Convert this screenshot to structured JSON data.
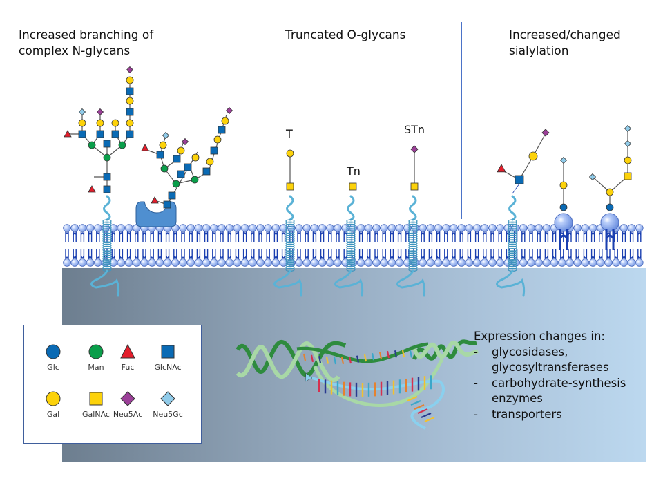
{
  "headings": {
    "n_glycans": [
      "Increased branching of",
      "complex N-glycans"
    ],
    "o_glycans": "Truncated O-glycans",
    "sialylation": [
      "Increased/changed",
      "sialylation"
    ]
  },
  "o_glycan_labels": {
    "t": "T",
    "tn": "Tn",
    "stn": "STn"
  },
  "legend": {
    "items": [
      {
        "name": "Glc",
        "shape": "circle",
        "color": "#0a6ab4"
      },
      {
        "name": "Man",
        "shape": "circle",
        "color": "#0a9e4a"
      },
      {
        "name": "Fuc",
        "shape": "triangle",
        "color": "#e41d2b"
      },
      {
        "name": "GlcNAc",
        "shape": "square",
        "color": "#0a6ab4"
      },
      {
        "name": "Gal",
        "shape": "circle",
        "color": "#fcd20a"
      },
      {
        "name": "GalNAc",
        "shape": "square",
        "color": "#fcd20a"
      },
      {
        "name": "Neu5Ac",
        "shape": "diamond",
        "color": "#9b3f98"
      },
      {
        "name": "Neu5Gc",
        "shape": "diamond",
        "color": "#90cbe9"
      }
    ]
  },
  "expression": {
    "title": "Expression changes in:",
    "items": [
      [
        "glycosidases,",
        "glycosyltransferases"
      ],
      [
        "carbohydrate-synthesis",
        "enzymes"
      ],
      [
        "transporters"
      ]
    ],
    "dash": "-"
  },
  "colors": {
    "membrane_head": "#a9c3f5",
    "membrane_tail": "#1a3fb0",
    "protein_coil": "#5ab2d6",
    "divider": "#4b73c8"
  }
}
